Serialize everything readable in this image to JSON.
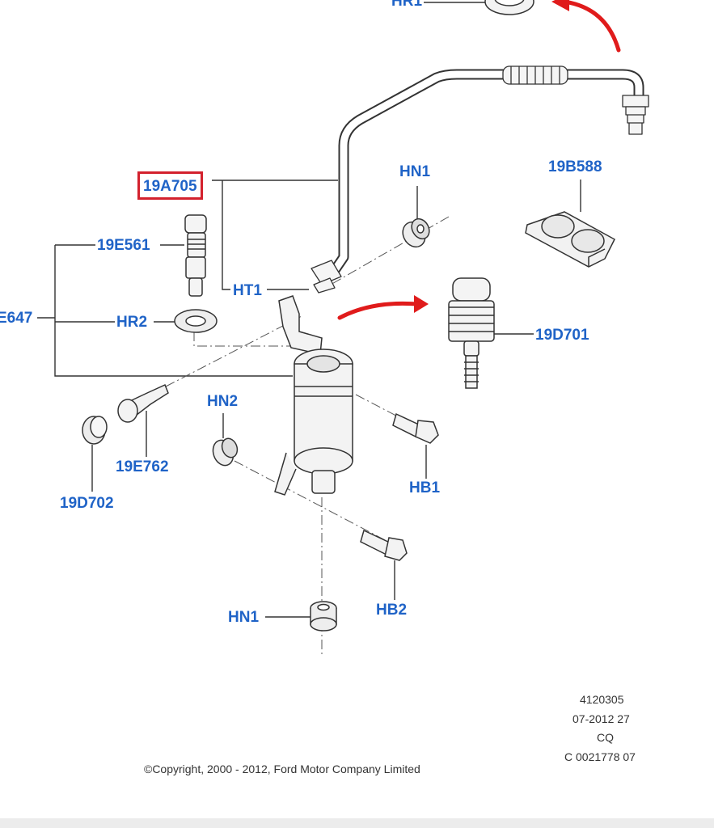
{
  "callouts": {
    "hr1_top": "HR1",
    "part_19a705": "19A705",
    "hn1_top": "HN1",
    "part_19b588": "19B588",
    "part_19e561": "19E561",
    "part_e647": "E647",
    "hr2": "HR2",
    "ht1": "HT1",
    "part_19d701": "19D701",
    "hn2": "HN2",
    "part_19e762": "19E762",
    "part_19d702": "19D702",
    "hb1": "HB1",
    "hb2": "HB2",
    "hn1_bottom": "HN1"
  },
  "footer": {
    "copyright": "©Copyright, 2000 - 2012, Ford Motor Company Limited",
    "ref_number": "4120305",
    "ref_date": "07-2012 27",
    "ref_code": "CQ",
    "ref_id": "C 0021778 07"
  },
  "colors": {
    "callout_text": "#1f63c7",
    "highlight_box": "#d3212d",
    "arrow": "#e01b1b",
    "line_art": "#333333"
  }
}
